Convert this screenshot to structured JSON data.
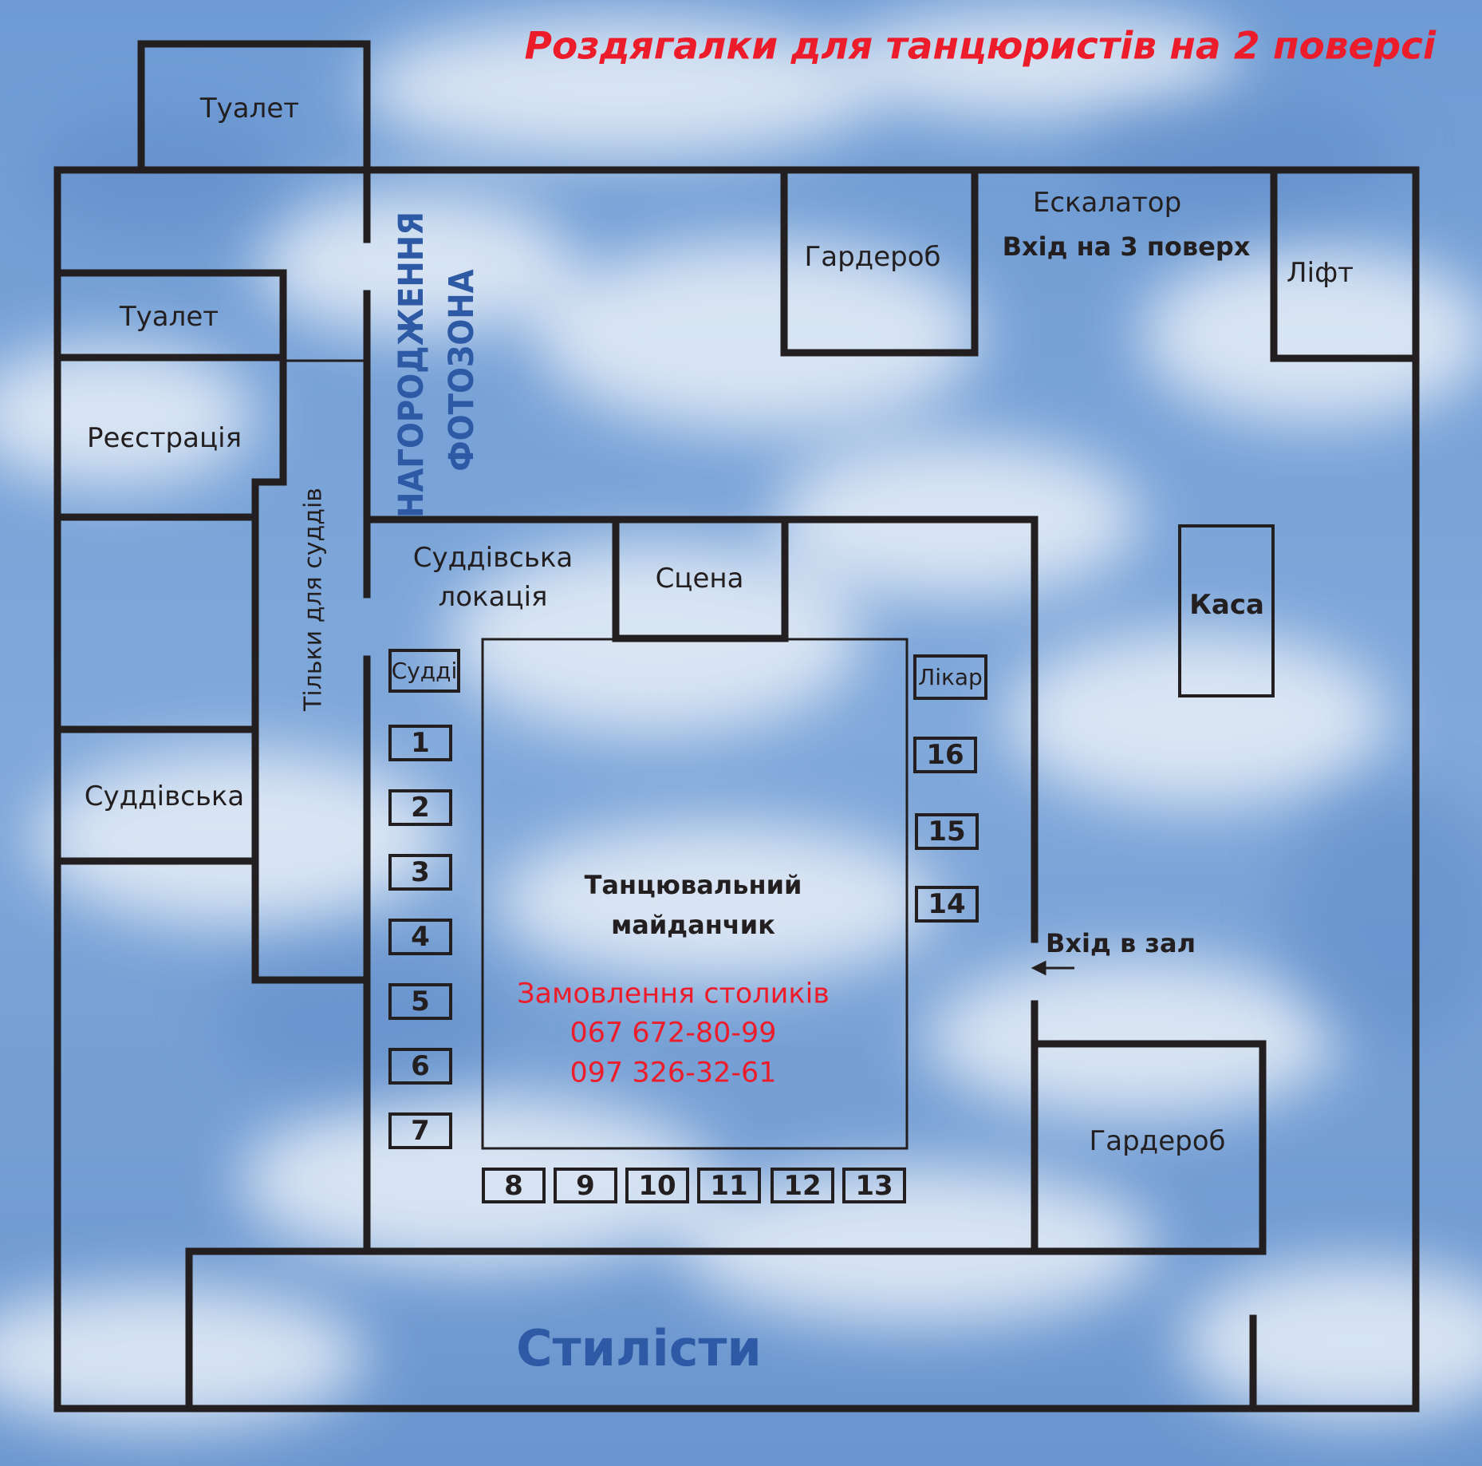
{
  "title": "Роздягалки для танцюристів на 2 поверсі",
  "rooms": {
    "toilet_top": "Туалет",
    "toilet_left": "Туалет",
    "registration": "Реєстрація",
    "judges_room": "Суддівська",
    "judges_only": "Тільки для суддів",
    "awards": "НАГОРОДЖЕННЯ",
    "photozone": "ФОТОЗОНА",
    "judges_location_line1": "Суддівська",
    "judges_location_line2": "локація",
    "stage": "Сцена",
    "wardrobe_top": "Гардероб",
    "escalator": "Ескалатор",
    "entrance_3rd_floor": "Вхід на 3 поверх",
    "lift": "Ліфт",
    "cashier": "Каса",
    "entrance_hall": "Вхід в зал",
    "wardrobe_bottom": "Гардероб",
    "stylists": "Стилісти"
  },
  "dance_floor": {
    "line1": "Танцювальний",
    "line2": "майданчик",
    "booking_label": "Замовлення столиків",
    "phone1": "067 672-80-99",
    "phone2": "097 326-32-61"
  },
  "judges_tag": "Судді",
  "doctor_tag": "Лікар",
  "tables_left": [
    "1",
    "2",
    "3",
    "4",
    "5",
    "6",
    "7"
  ],
  "tables_bottom": [
    "8",
    "9",
    "10",
    "11",
    "12",
    "13"
  ],
  "tables_right": [
    "16",
    "15",
    "14"
  ],
  "colors": {
    "sky": "#6f9bd3",
    "walls": "#231f20",
    "title_red": "#ec1c2a",
    "label_blue": "#2d59a5"
  }
}
